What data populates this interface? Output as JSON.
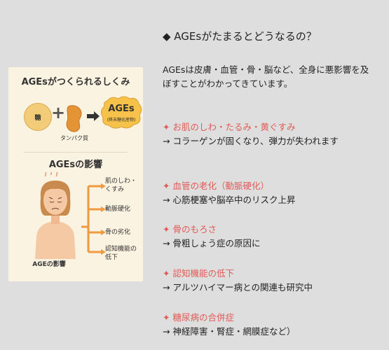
{
  "heading": "◆ AGEsがたまるとどうなるの？",
  "intro": "AGEsは皮膚・血管・骨・脳など、全身に悪影響を及ぼすことがわかってきています。",
  "items": [
    {
      "title": "✦ お肌のしわ・たるみ・黄ぐすみ",
      "desc": "→ コラーゲンが固くなり、弾力が失われます"
    },
    {
      "title": "✦ 血管の老化（動脈硬化）",
      "desc": "→ 心筋梗塞や脳卒中のリスク上昇"
    },
    {
      "title": "✦ 骨のもろさ",
      "desc": "→ 骨粗しょう症の原因に"
    },
    {
      "title": "✦ 認知機能の低下",
      "desc": "→ アルツハイマー病との関連も研究中"
    },
    {
      "title": "✦ 糖尿病の合併症",
      "desc": "→  神経障害・腎症・網膜症など）"
    }
  ],
  "card": {
    "title": "AGEsがつくられるしくみ",
    "sugar": "糖",
    "protein": "タンパク質",
    "ages": "AGEs",
    "ages_sub": "(終末糖化産物)",
    "subtitle": "AGEsの影響",
    "person_label": "AGEの影響",
    "effects": [
      "肌のしわ・くすみ",
      "動脈硬化",
      "骨の劣化",
      "認知機能の低下"
    ]
  }
}
